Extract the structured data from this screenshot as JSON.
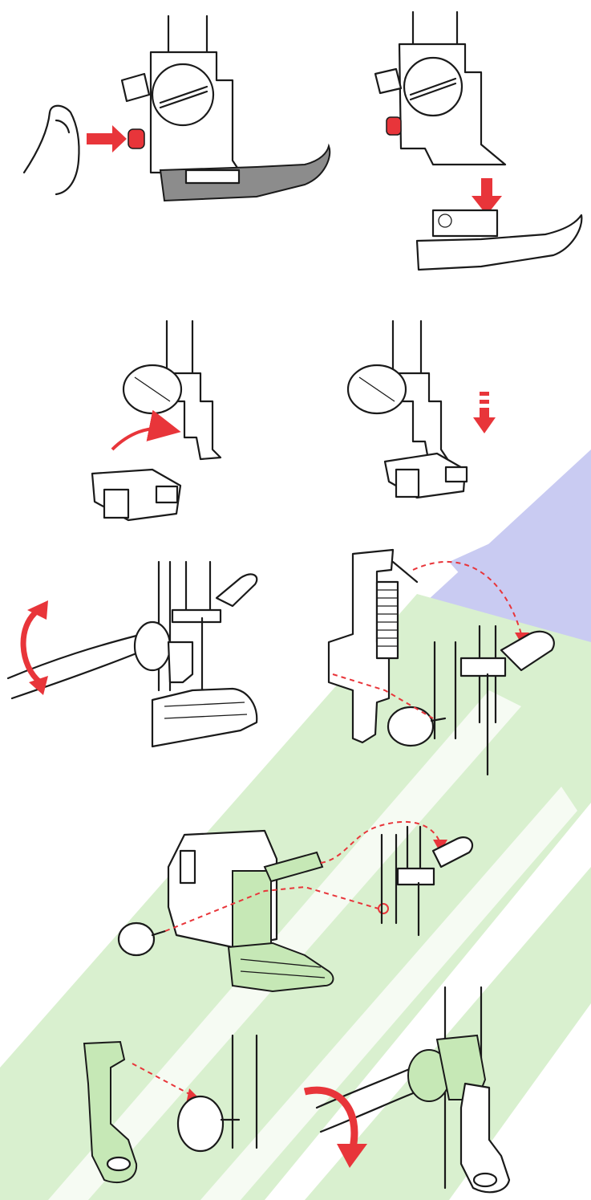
{
  "colors": {
    "accent_red": "#e8353a",
    "watermark_blue": "#c9cbf2",
    "watermark_green": "#d9f0cf",
    "shade_gray": "#8c8c8c",
    "shade_green": "#c6e8b6"
  },
  "panels": [
    {
      "id": "panel-1",
      "icon": "presser-foot-release-button-icon",
      "arrow": "straight"
    },
    {
      "id": "panel-2",
      "icon": "presser-foot-drop-icon",
      "arrow": "straight"
    },
    {
      "id": "panel-3",
      "icon": "foot-attach-curved-arrow-icon",
      "arrow": "curved"
    },
    {
      "id": "panel-4",
      "icon": "foot-lowered-dashed-arrow-icon",
      "arrow": "dashed"
    },
    {
      "id": "panel-5",
      "icon": "screw-loosen-rotate-icon",
      "arrow": "rotate"
    },
    {
      "id": "panel-6",
      "icon": "darning-foot-attach-icon",
      "arrow": "dashed"
    },
    {
      "id": "panel-7",
      "icon": "walking-foot-attach-icon",
      "arrow": "dashed"
    },
    {
      "id": "panel-8",
      "icon": "shank-attach-icon",
      "arrow": "dashed"
    },
    {
      "id": "panel-9",
      "icon": "screw-tighten-rotate-icon",
      "arrow": "rotate"
    }
  ]
}
